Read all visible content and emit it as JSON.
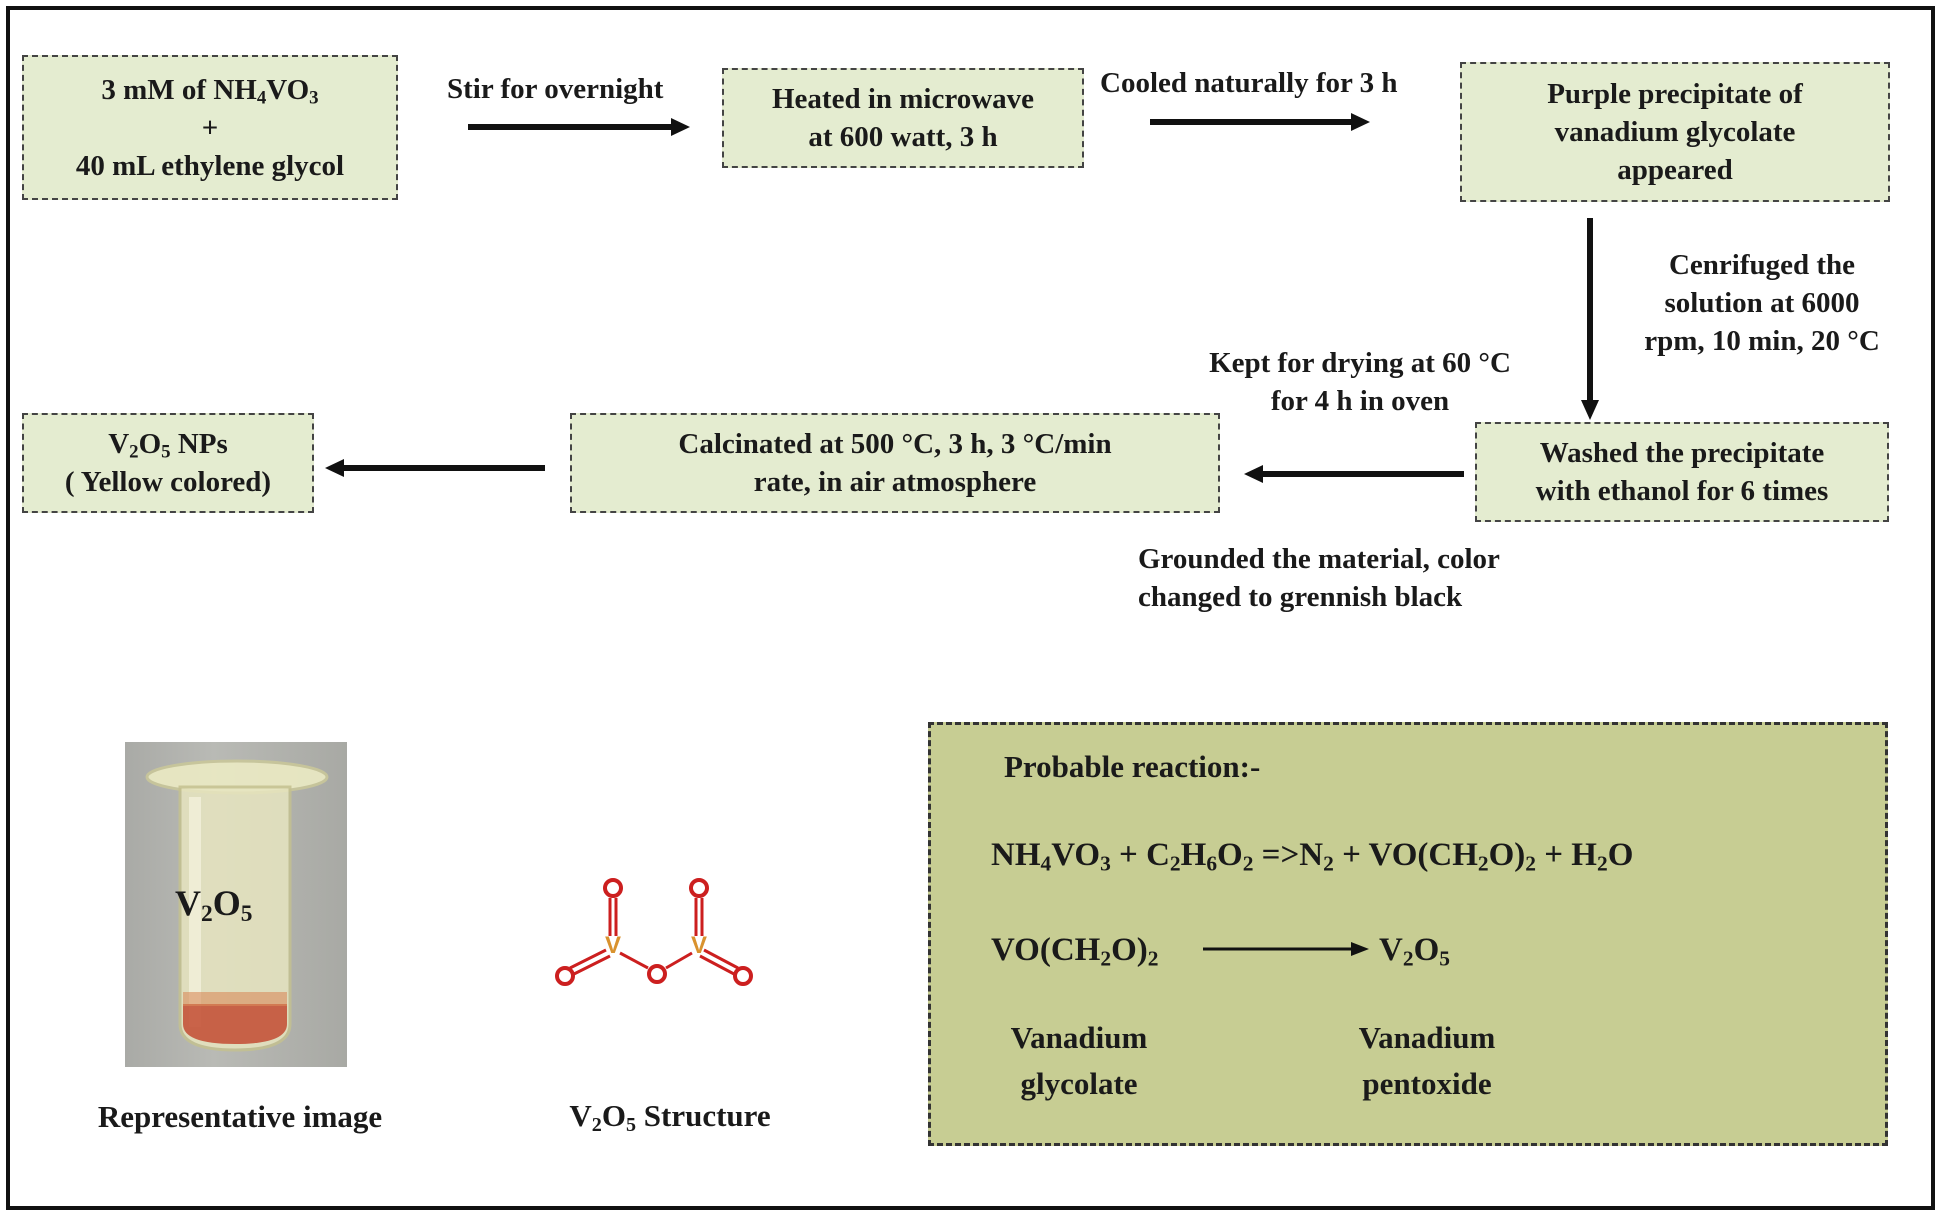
{
  "flow": {
    "box1": {
      "line1_pre": "3 mM of NH",
      "line1_sub1": "4",
      "line1_mid": "VO",
      "line1_sub2": "3",
      "line2": "+",
      "line3": "40 mL ethylene glycol"
    },
    "arrow1_label": "Stir for overnight",
    "box2": {
      "line1": "Heated in microwave",
      "line2": "at  600 watt,  3 h"
    },
    "arrow2_label": "Cooled naturally for 3 h",
    "box3": {
      "line1": "Purple precipitate of",
      "line2": "vanadium glycolate",
      "line3": "appeared"
    },
    "arrow3_label": {
      "line1": "Cenrifuged the",
      "line2": "solution at 6000",
      "line3": "rpm, 10 min, 20 °C"
    },
    "box4": {
      "line1": "Washed the precipitate",
      "line2": "with ethanol for 6 times"
    },
    "arrow4_label_top": {
      "line1": "Kept for drying at 60 °C",
      "line2": "for 4 h in oven"
    },
    "arrow4_label_bottom": {
      "line1": "Grounded the material, color",
      "line2": "changed to grennish black"
    },
    "box5": {
      "line1": "Calcinated at 500 °C, 3 h, 3 °C/min",
      "line2": "rate, in air atmosphere"
    },
    "box6": {
      "line1_pre": "V",
      "line1_sub1": "2",
      "line1_mid": "O",
      "line1_sub2": "5",
      "line1_post": " NPs",
      "line2": "( Yellow colored)"
    }
  },
  "photo": {
    "tube_label_pre": "V",
    "tube_label_sub1": "2",
    "tube_label_mid": "O",
    "tube_label_sub2": "5",
    "caption": "Representative image"
  },
  "structure": {
    "atoms_v": "V",
    "atoms_o": "O",
    "caption_pre": "V",
    "caption_sub1": "2",
    "caption_mid": "O",
    "caption_sub2": "5",
    "caption_post": " Structure"
  },
  "reaction": {
    "title": "Probable reaction:-",
    "eq1": {
      "p1": "NH",
      "s1": "4",
      "p2": "VO",
      "s2": "3",
      "p3": " + C",
      "s3": "2",
      "p4": "H",
      "s4": "6",
      "p5": "O",
      "s5": "2",
      "p6": " =>N",
      "s6": "2",
      "p7": " + VO(CH",
      "s7": "2",
      "p8": "O)",
      "s8": "2",
      "p9": " + H",
      "s9": "2",
      "p10": "O"
    },
    "eq2_left": {
      "p1": "VO(CH",
      "s1": "2",
      "p2": "O)",
      "s2": "2"
    },
    "eq2_right": {
      "p1": "V",
      "s1": "2",
      "p2": "O",
      "s2": "5"
    },
    "name_left": {
      "line1": "Vanadium",
      "line2": "glycolate"
    },
    "name_right": {
      "line1": "Vanadium",
      "line2": "pentoxide"
    }
  },
  "colors": {
    "box_fill": "#e4ecd0",
    "reaction_fill": "#c7cd93",
    "oxygen": "#cc1f1f",
    "vanadium": "#d9922e"
  }
}
